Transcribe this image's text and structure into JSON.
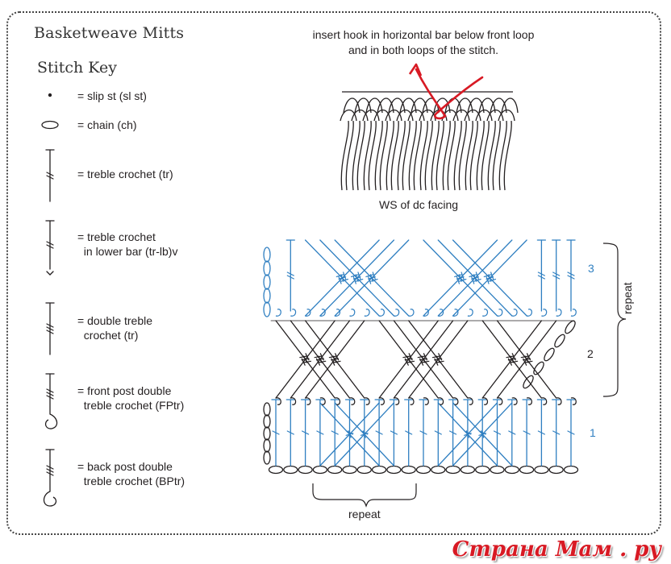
{
  "title": "Basketweave Mitts",
  "key_title": "Stitch Key",
  "key_items": [
    {
      "label": "= slip st (sl st)"
    },
    {
      "label": "= chain (ch)"
    },
    {
      "label": "= treble crochet (tr)"
    },
    {
      "label": "= treble crochet\n  in lower bar (tr-lb)v"
    },
    {
      "label": "= double treble\n  crochet (tr)"
    },
    {
      "label": "= front post double\n  treble crochet (FPtr)"
    },
    {
      "label": "= back post double\n  treble crochet (BPtr)"
    }
  ],
  "instruction_line1": "insert hook in horizontal bar below front loop",
  "instruction_line2": "and in both loops of the stitch.",
  "ws_caption": "WS of dc facing",
  "row_labels": [
    "3",
    "2",
    "1"
  ],
  "repeat_side": "repeat",
  "repeat_bottom": "repeat",
  "watermark": "Страна Мам . ру",
  "colors": {
    "blue": "#2f7fc1",
    "dark": "#231f20",
    "red": "#d81a24"
  }
}
